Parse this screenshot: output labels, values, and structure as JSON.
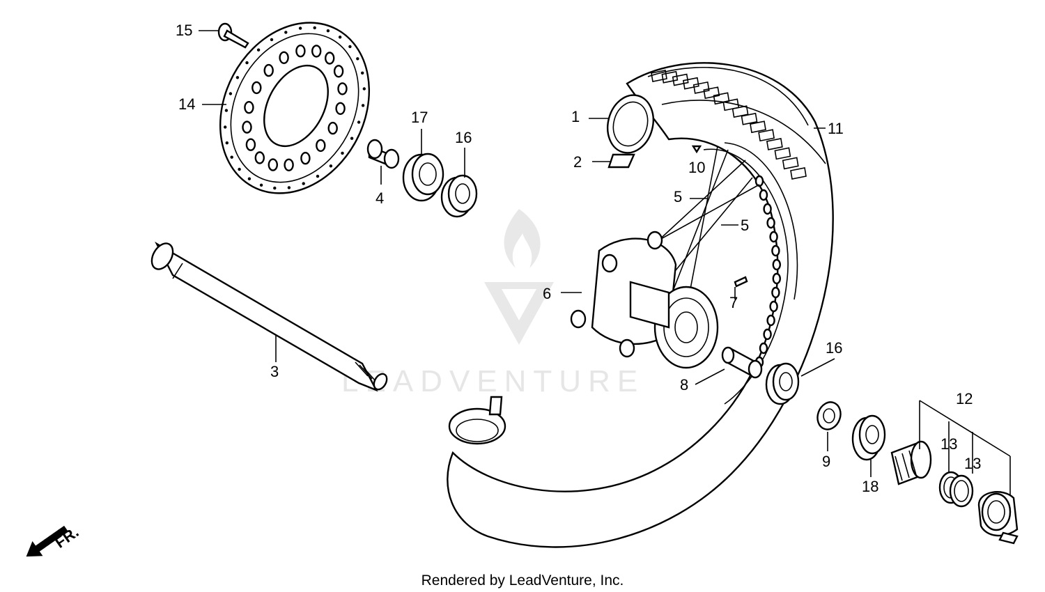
{
  "callouts": {
    "c1": "1",
    "c2": "2",
    "c3": "3",
    "c4": "4",
    "c5a": "5",
    "c5b": "5",
    "c6": "6",
    "c7": "7",
    "c8": "8",
    "c9": "9",
    "c10": "10",
    "c11": "11",
    "c12": "12",
    "c13a": "13",
    "c13b": "13",
    "c14": "14",
    "c15": "15",
    "c16a": "16",
    "c16b": "16",
    "c17": "17",
    "c18": "18"
  },
  "direction_label": "FR.",
  "watermark": "LEADVENTURE",
  "footer": "Rendered by LeadVenture, Inc.",
  "colors": {
    "ink": "#000000",
    "paper": "#ffffff",
    "watermark": "#e4e4e4"
  }
}
